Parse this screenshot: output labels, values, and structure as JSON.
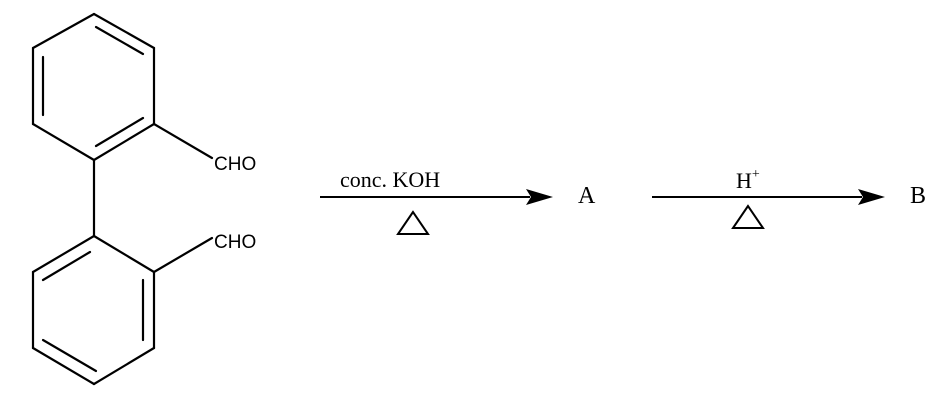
{
  "reactant": {
    "substituent_top": "CHO",
    "substituent_bottom": "CHO"
  },
  "step1": {
    "reagent": "conc. KOH",
    "condition_symbol": "△",
    "product": "A"
  },
  "step2": {
    "reagent_base": "H",
    "reagent_superscript": "+",
    "condition_symbol": "△",
    "product": "B"
  }
}
